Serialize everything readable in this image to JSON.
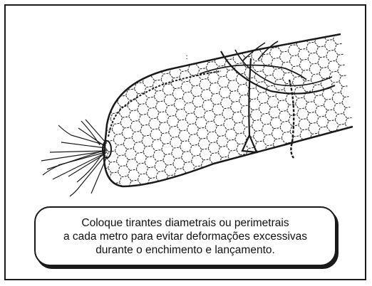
{
  "figure": {
    "caption": {
      "line1": "Coloque tirantes diametrais ou perimetrais",
      "line2": "a cada metro para evitar deformações excessivas",
      "line3": "durante o enchimento e lançamento."
    },
    "icons": [
      "sack-gabion-illustration"
    ],
    "colors": {
      "ink": "#1a1a1a",
      "background": "#ffffff"
    }
  }
}
